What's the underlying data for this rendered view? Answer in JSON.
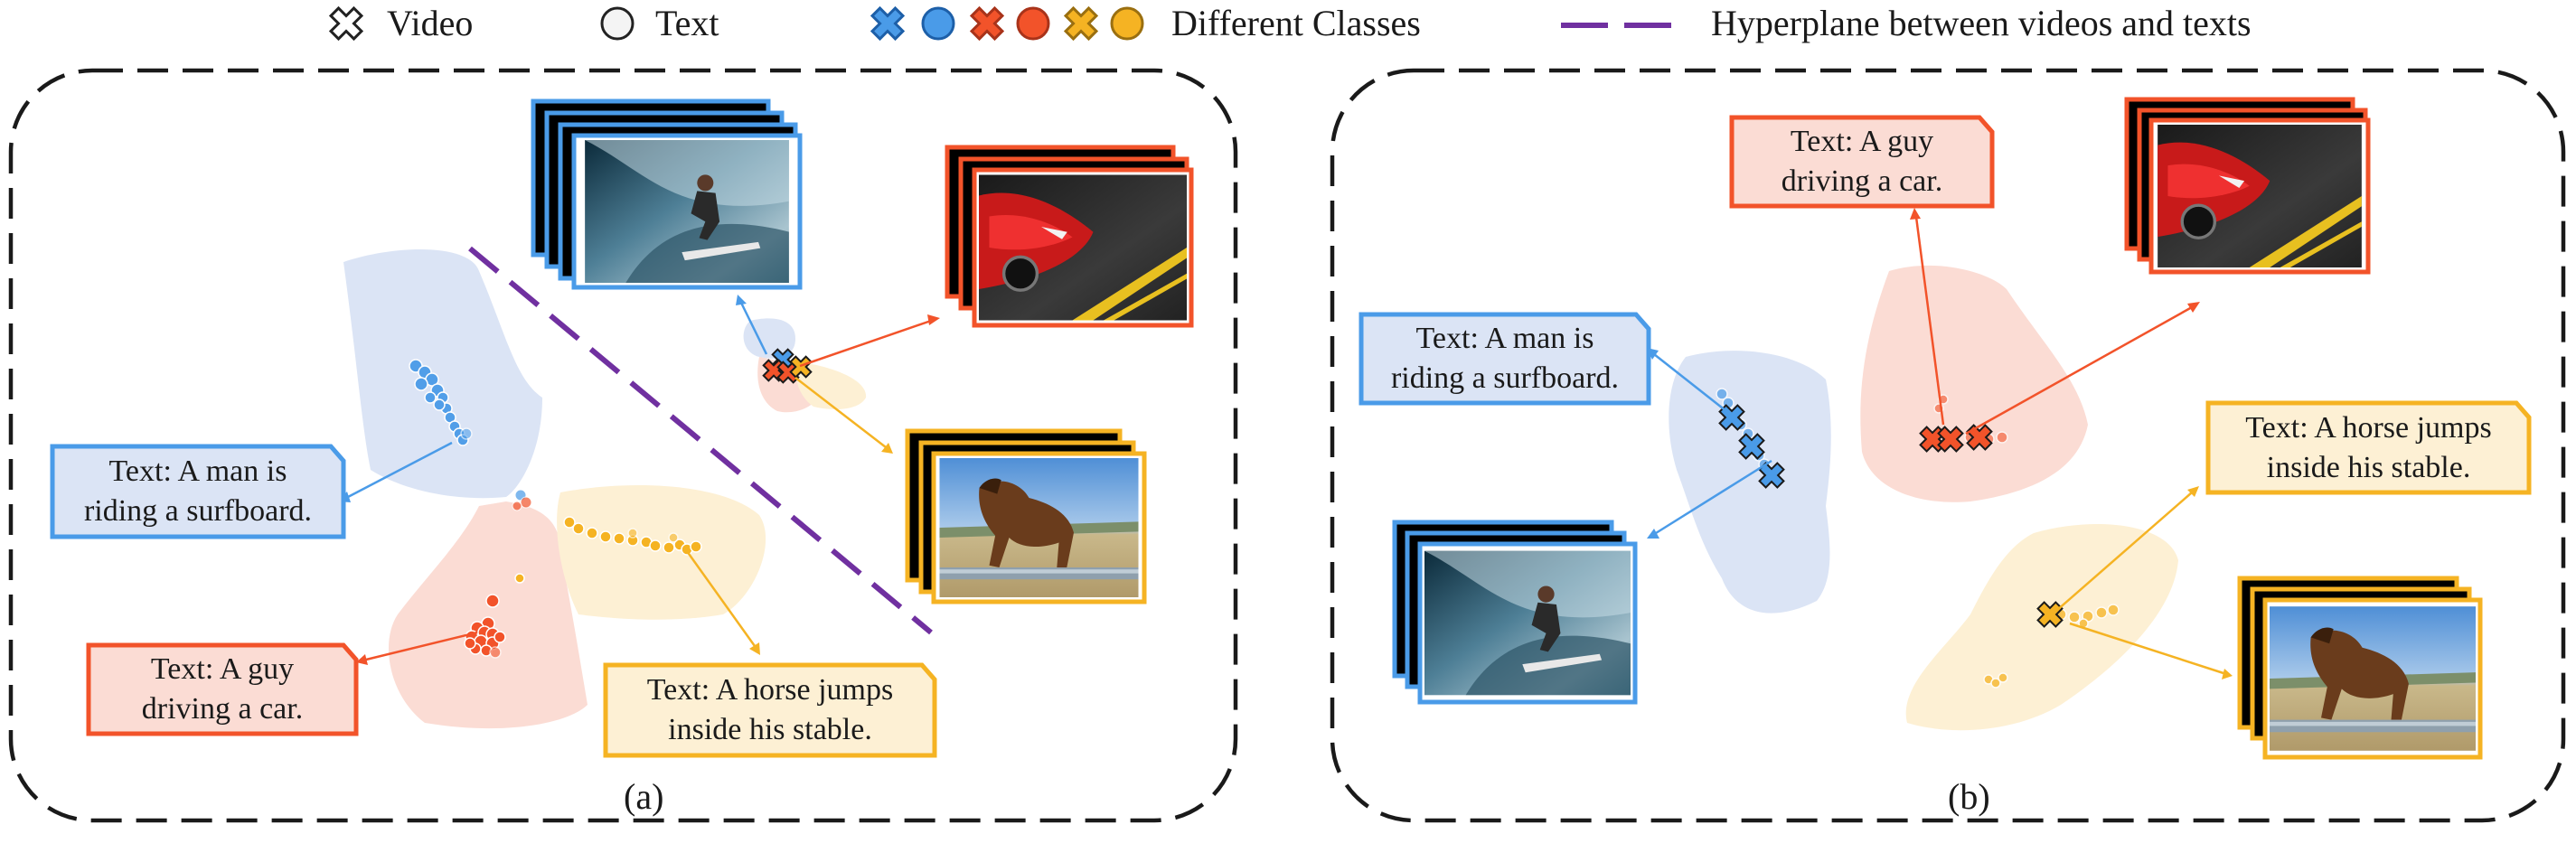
{
  "legend": {
    "video_label": "Video",
    "text_label": "Text",
    "classes_label": "Different Classes",
    "hyperplane_label": "Hyperplane between videos and texts"
  },
  "colors": {
    "blue": "#4a9be8",
    "red": "#f2532a",
    "orange": "#f5b323",
    "purple": "#7030a0",
    "blue_region": "#dbe4f5",
    "red_region": "#fbdcd4",
    "orange_region": "#fdf0d4"
  },
  "panel_a": {
    "caption": "(a)",
    "text_surf": [
      "Text: A man is",
      "riding a surfboard."
    ],
    "text_car": [
      "Text: A guy",
      "driving a car."
    ],
    "text_horse": [
      "Text: A horse jumps",
      "inside his stable."
    ]
  },
  "panel_b": {
    "caption": "(b)",
    "text_surf": [
      "Text: A man is",
      "riding a surfboard."
    ],
    "text_car": [
      "Text: A guy",
      "driving a car."
    ],
    "text_horse": [
      "Text: A horse jumps",
      "inside his stable."
    ]
  },
  "icons": [
    "cross-marker-icon",
    "circle-marker-icon",
    "surf-video-thumbnail",
    "car-video-thumbnail",
    "horse-video-thumbnail"
  ]
}
